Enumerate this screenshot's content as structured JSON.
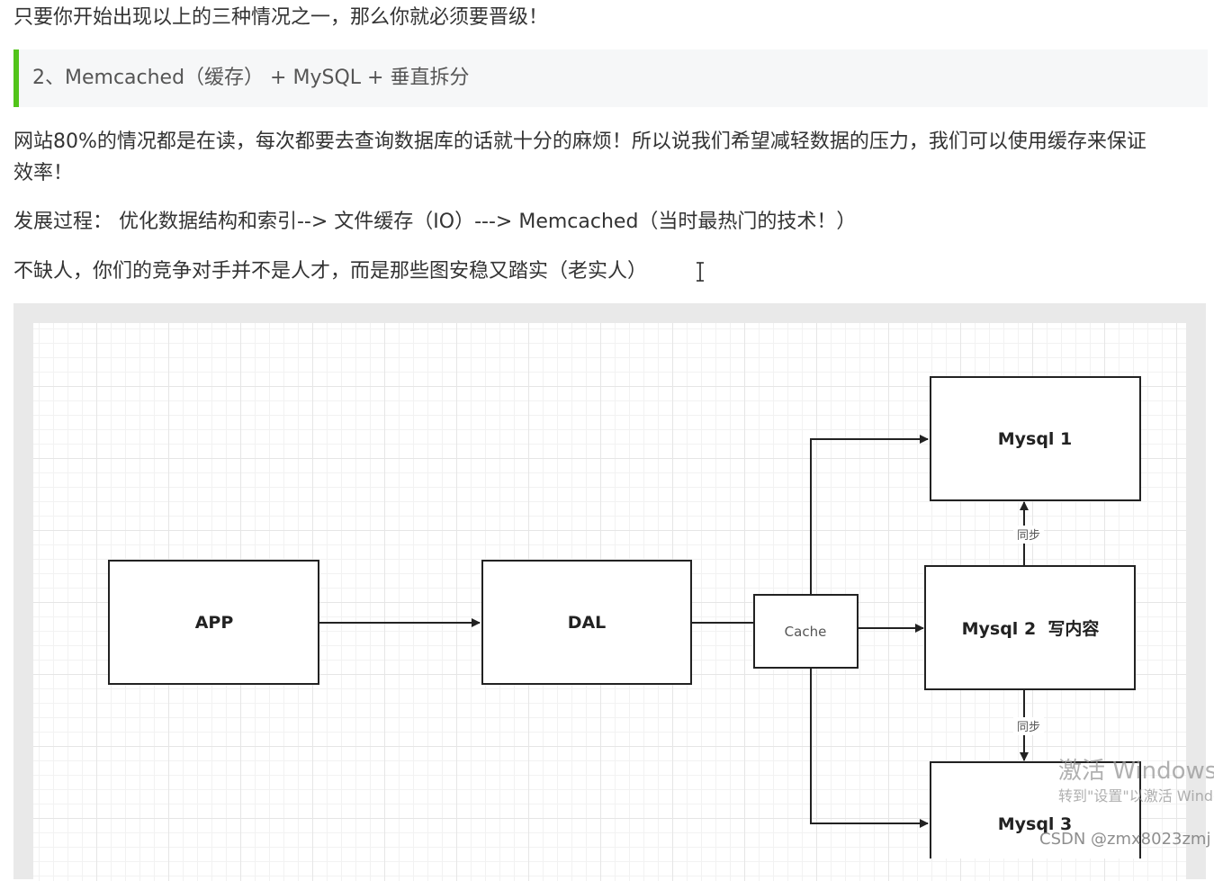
{
  "paragraphs": {
    "top": "只要你开始出现以上的三种情况之一，那么你就必须要晋级！",
    "intro_line1": "网站80%的情况都是在读，每次都要去查询数据库的话就十分的麻烦！所以说我们希望减轻数据的压力，我们可以使用缓存来保证",
    "intro_line2": "效率！",
    "process": "发展过程： 优化数据结构和索引--> 文件缓存（IO）---> Memcached（当时最热门的技术！）",
    "people": "不缺人，你们的竞争对手并不是人才，而是那些图安稳又踏实（老实人）"
  },
  "heading": {
    "text": "2、Memcached（缓存） + MySQL + 垂直拆分",
    "accent_color": "#52c41a"
  },
  "diagram": {
    "boxes": {
      "app": "APP",
      "dal": "DAL",
      "cache": "Cache",
      "mysql1": "Mysql 1",
      "mysql2": "Mysql 2  写内容",
      "mysql3": "Mysql 3"
    },
    "sync_labels": {
      "upper": "同步",
      "lower": "同步"
    }
  },
  "overlay": {
    "windows_watermark_title": "激活 Windows",
    "windows_watermark_sub": "转到\"设置\"以激活 Windows。",
    "csdn_credit": "CSDN @zmx8023zmj"
  }
}
